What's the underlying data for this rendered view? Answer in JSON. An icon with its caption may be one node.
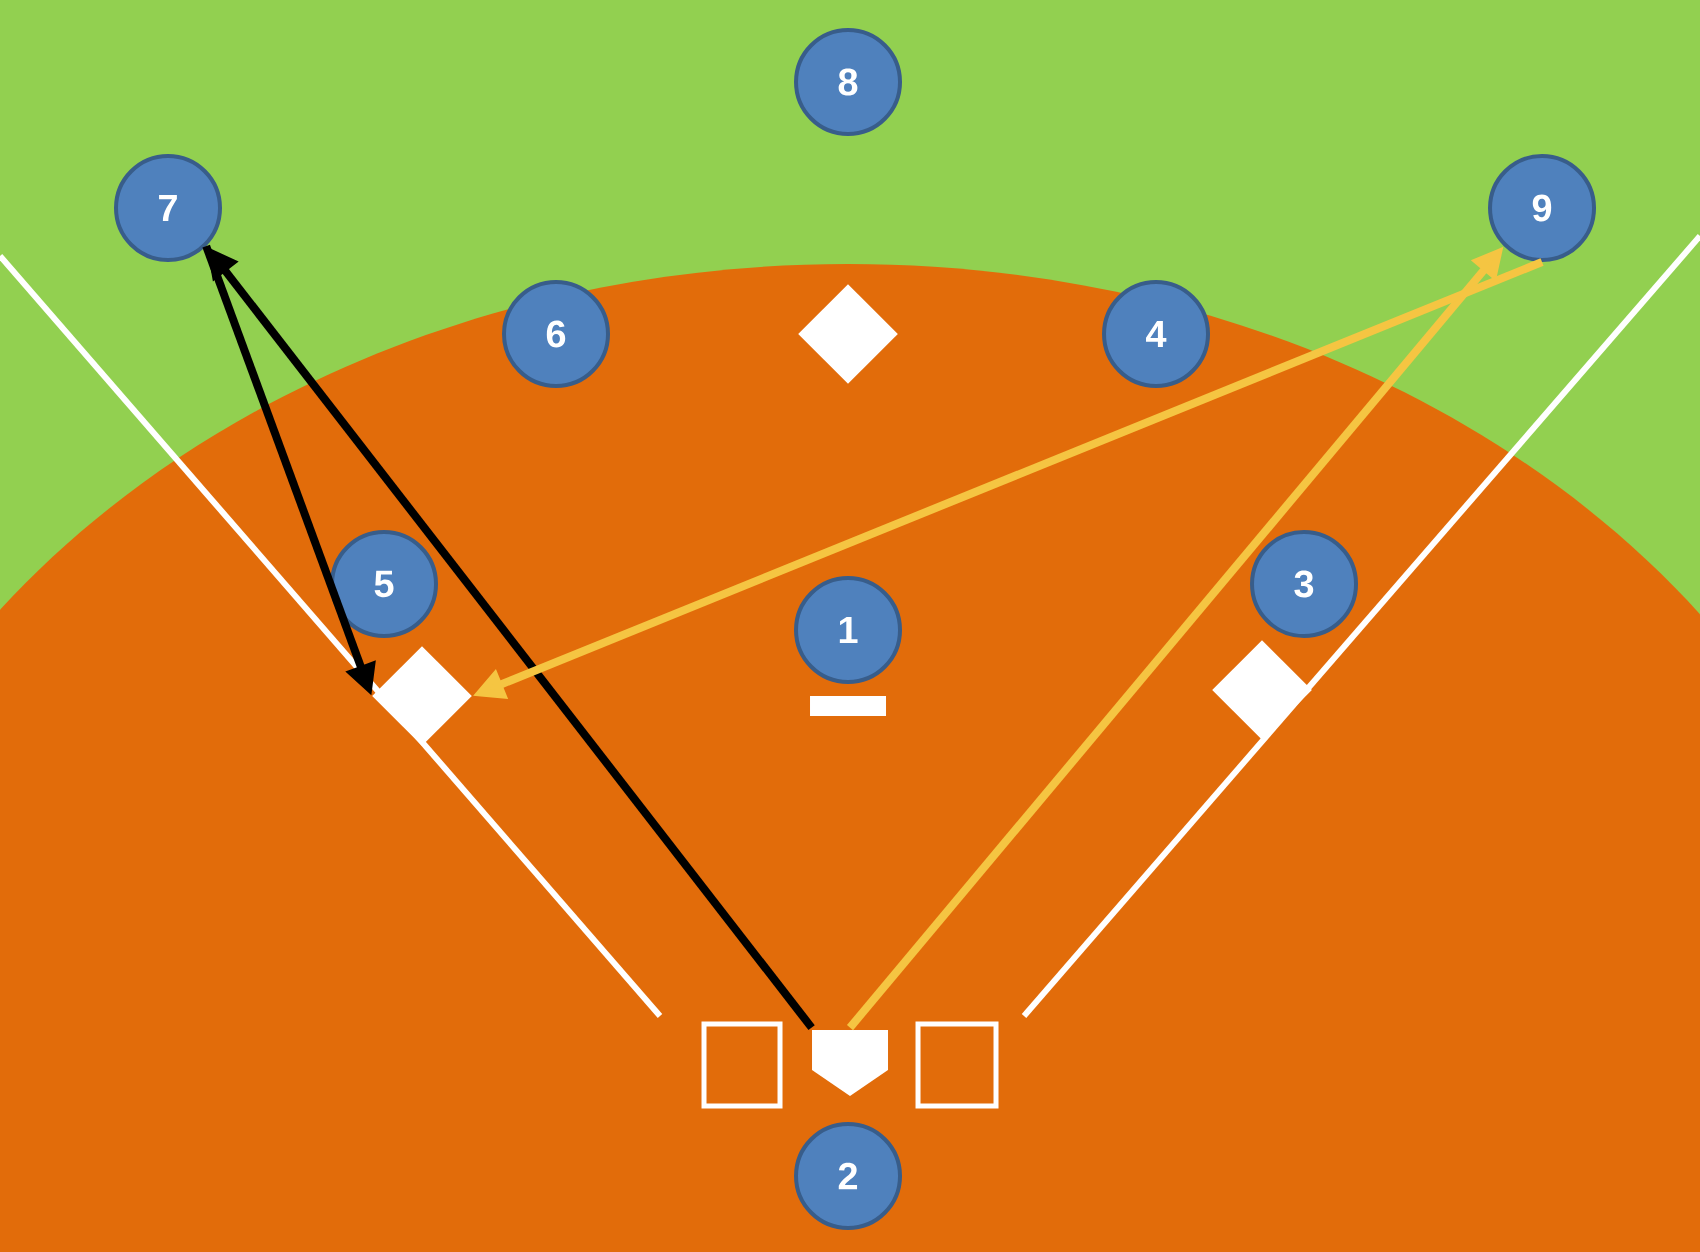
{
  "diagram": {
    "nodes": [
      {
        "text": [
          "8"
        ]
      },
      {
        "text": [
          "7"
        ]
      },
      {
        "text": [
          "9"
        ]
      },
      {
        "text": [
          "6"
        ]
      },
      {
        "text": [],
        "shape": "diamond"
      },
      {
        "text": [
          "4"
        ]
      },
      {
        "text": [
          "5"
        ]
      },
      {
        "text": [
          "1"
        ]
      },
      {
        "text": [
          "3"
        ]
      },
      {
        "text": [],
        "shape": "diamond"
      },
      {
        "text": [],
        "shape": "diamond"
      },
      {
        "text": [],
        "shape": "pentagon"
      },
      {
        "text": [
          "2"
        ]
      }
    ],
    "edges": [
      {
        "from": 11,
        "to": 1,
        "arrow": "to",
        "color": "#000000"
      },
      {
        "from": 1,
        "to": 9,
        "arrow": "to",
        "color": "#000000"
      },
      {
        "from": 11,
        "to": 2,
        "arrow": "to",
        "color": "#f5c542"
      },
      {
        "from": 2,
        "to": 9,
        "arrow": "to",
        "color": "#f5c542"
      }
    ]
  }
}
